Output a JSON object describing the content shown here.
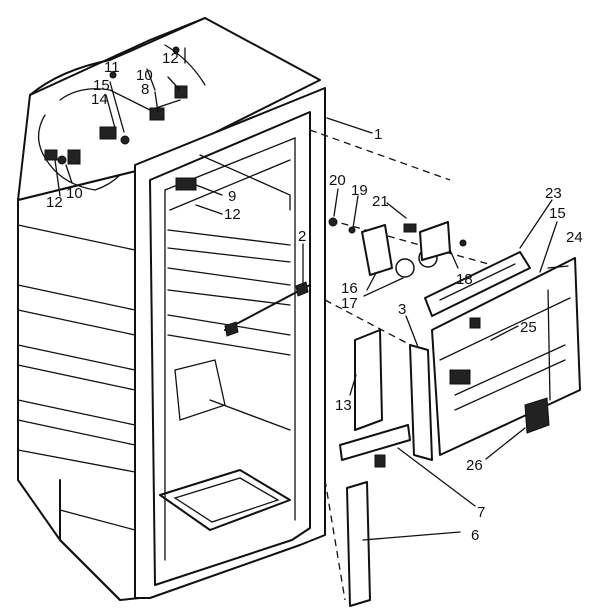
{
  "callouts": [
    {
      "id": "c1",
      "text": "1"
    },
    {
      "id": "c2",
      "text": "2"
    },
    {
      "id": "c3",
      "text": "3"
    },
    {
      "id": "c6",
      "text": "6"
    },
    {
      "id": "c7",
      "text": "7"
    },
    {
      "id": "c8",
      "text": "8"
    },
    {
      "id": "c9",
      "text": "9"
    },
    {
      "id": "c10a",
      "text": "10"
    },
    {
      "id": "c10b",
      "text": "10"
    },
    {
      "id": "c11",
      "text": "11"
    },
    {
      "id": "c12a",
      "text": "12"
    },
    {
      "id": "c12b",
      "text": "12"
    },
    {
      "id": "c12c",
      "text": "12"
    },
    {
      "id": "c13",
      "text": "13"
    },
    {
      "id": "c14",
      "text": "14"
    },
    {
      "id": "c15a",
      "text": "15"
    },
    {
      "id": "c15b",
      "text": "15"
    },
    {
      "id": "c16",
      "text": "16"
    },
    {
      "id": "c17",
      "text": "17"
    },
    {
      "id": "c18",
      "text": "18"
    },
    {
      "id": "c19",
      "text": "19"
    },
    {
      "id": "c20",
      "text": "20"
    },
    {
      "id": "c21",
      "text": "21"
    },
    {
      "id": "c23",
      "text": "23"
    },
    {
      "id": "c24",
      "text": "24"
    },
    {
      "id": "c25",
      "text": "25"
    },
    {
      "id": "c26",
      "text": "26"
    }
  ]
}
